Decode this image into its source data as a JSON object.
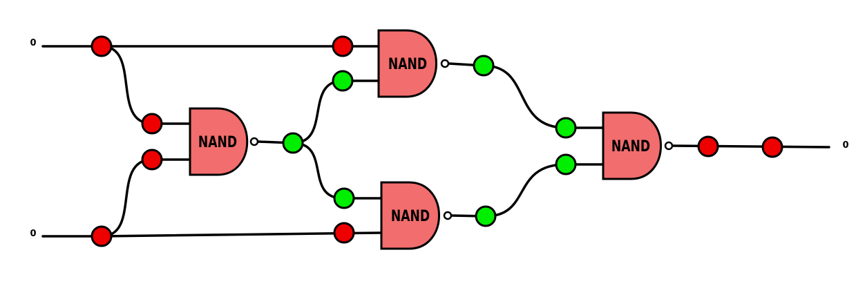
{
  "colors": {
    "low": "#ee0000",
    "high": "#00ee00",
    "gate": "#f26d6d",
    "wire": "#000000"
  },
  "inputs": {
    "a": "0",
    "b": "0"
  },
  "output": "0",
  "gates": {
    "g1": {
      "label": "NAND",
      "type": "nand"
    },
    "g2": {
      "label": "NAND",
      "type": "nand"
    },
    "g3": {
      "label": "NAND",
      "type": "nand"
    },
    "g4": {
      "label": "NAND",
      "type": "nand"
    }
  },
  "nodes": {
    "input_a_split": "low",
    "input_b_split": "low",
    "g1_in_top": "low",
    "g1_in_bottom": "low",
    "g1_out": "high",
    "g2_in_top": "low",
    "g2_in_bottom": "high",
    "g2_out": "high",
    "g3_in_top": "high",
    "g3_in_bottom": "low",
    "g3_out": "high",
    "g4_in_top": "high",
    "g4_in_bottom": "high",
    "g4_out": "low",
    "output": "low"
  }
}
